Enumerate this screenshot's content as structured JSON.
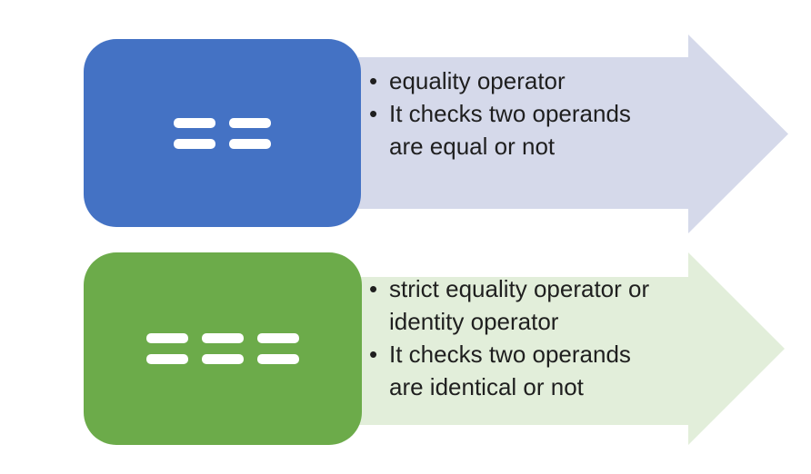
{
  "bullet_char": "•",
  "text_color": "#1f1f1f",
  "rows": [
    {
      "operator": "==",
      "operator_name": "equality operator",
      "box_color": "#4472c4",
      "arrow_color": "#d5d9ea",
      "bullets": [
        {
          "lines": [
            "equality operator"
          ]
        },
        {
          "lines": [
            "It checks two operands",
            "are equal or not"
          ]
        }
      ]
    },
    {
      "operator": "===",
      "operator_name": "strict equality operator",
      "box_color": "#6cab4a",
      "arrow_color": "#e2eeda",
      "bullets": [
        {
          "lines": [
            "strict equality operator or",
            "identity operator"
          ]
        },
        {
          "lines": [
            "It checks two operands",
            "are identical or not"
          ]
        }
      ]
    }
  ]
}
